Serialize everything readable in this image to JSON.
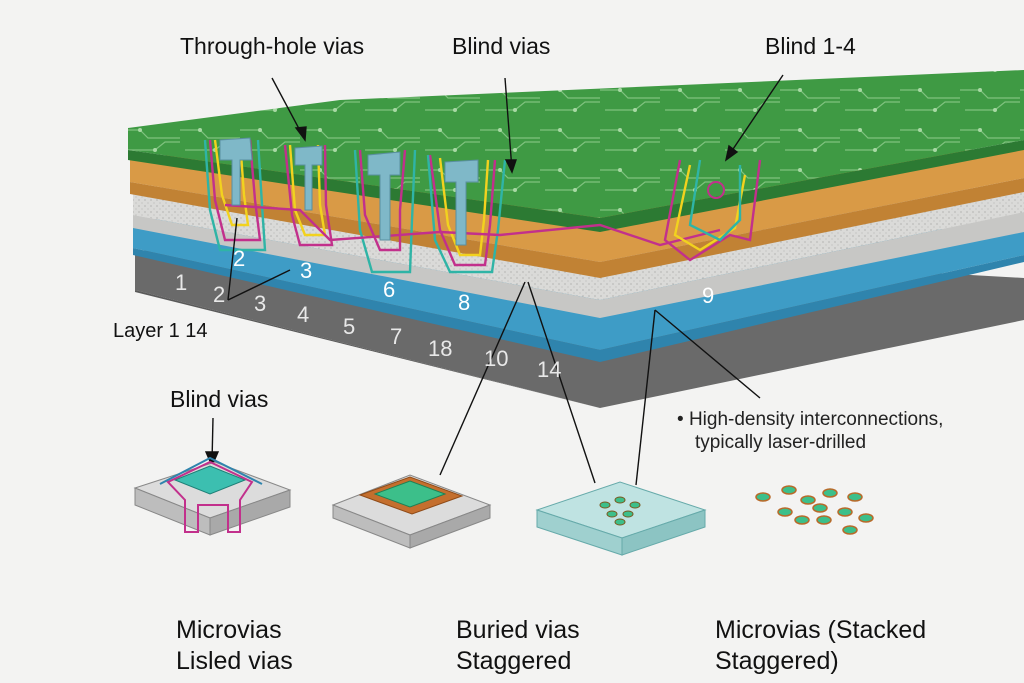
{
  "labels": {
    "through_hole": "Through-hole vias",
    "blind_top": "Blind vias",
    "blind_1_4": "Blind 1-4",
    "layer_range": "Layer 1 14",
    "blind_lower": "Blind vias"
  },
  "layer_numbers": [
    "2",
    "3",
    "6",
    "8",
    "9",
    "1",
    "2",
    "3",
    "4",
    "5",
    "7",
    "18",
    "10",
    "14"
  ],
  "note": {
    "bullet": "•",
    "line1": "High-density interconnections,",
    "line2": "typically laser-drilled"
  },
  "captions": {
    "left_line1": "Microvias",
    "left_line2": "Lisled vias",
    "mid_line1": "Buried vias",
    "mid_line2": "Staggered",
    "right_line1": "Microvias (Stacked",
    "right_line2": "Staggered)"
  },
  "colors": {
    "green": "#3f9a44",
    "orange": "#d99a46",
    "gray_core": "#d8d8d6",
    "blue": "#3e9cc6",
    "dark_gray": "#6b6b6b",
    "trace_magenta": "#c2308c",
    "trace_yellow": "#f2d21e",
    "trace_teal": "#2fb4a6"
  }
}
